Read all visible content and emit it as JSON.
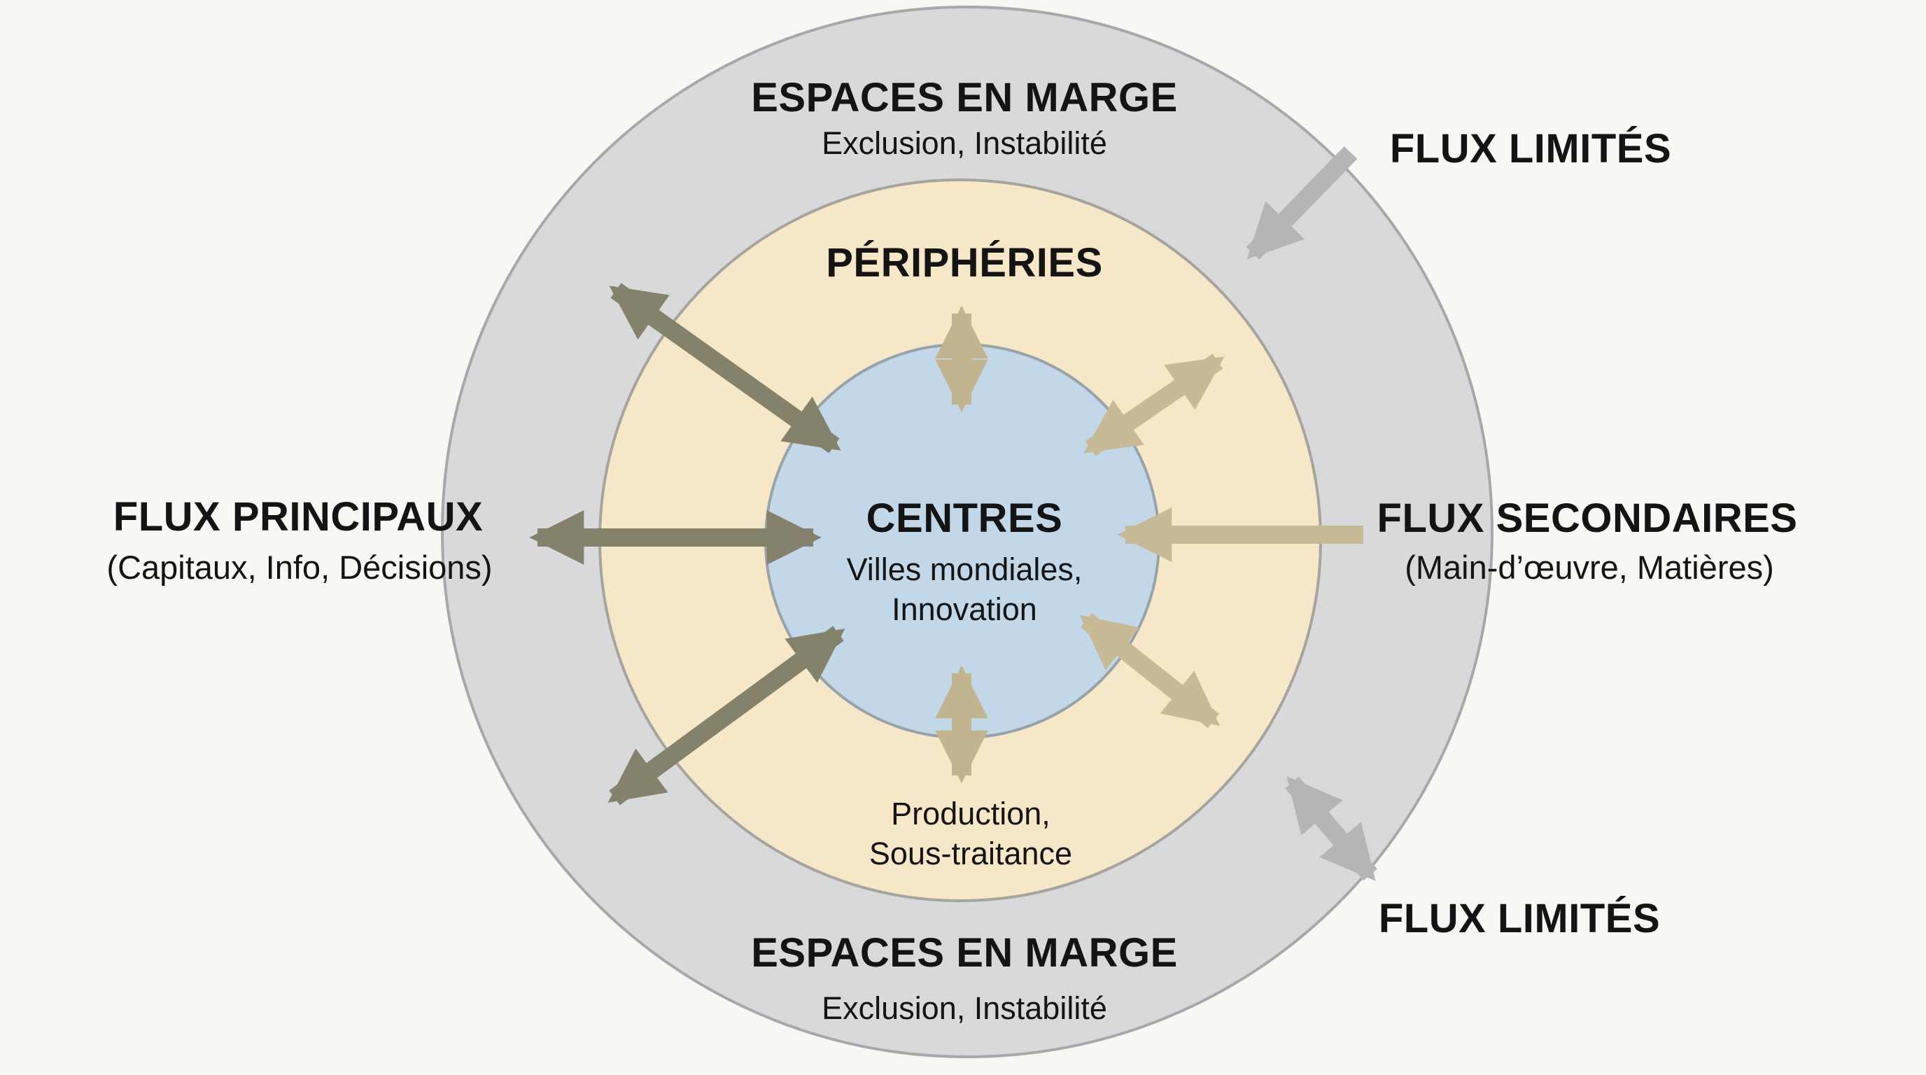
{
  "diagram": {
    "outer": {
      "title_top": "ESPACES EN MARGE",
      "subtitle_top": "Exclusion, Instabilité",
      "title_bottom": "ESPACES EN MARGE",
      "subtitle_bottom": "Exclusion, Instabilité",
      "color": "#d8d9da"
    },
    "middle": {
      "title": "PÉRIPHÉRIES",
      "subtitle_line1": "Production,",
      "subtitle_line2": "Sous-traitance",
      "color": "#f6e8c7"
    },
    "inner": {
      "title": "CENTRES",
      "subtitle_line1": "Villes mondiales,",
      "subtitle_line2": "Innovation",
      "color": "#c2d8e8"
    },
    "flows": {
      "principaux": {
        "label": "FLUX PRINCIPAUX",
        "sublabel": "(Capitaux, Info, Décisions)",
        "color": "#85826c"
      },
      "secondaires": {
        "label": "FLUX SECONDAIRES",
        "sublabel": "(Main-d’œuvre, Matières)",
        "color": "#c8ba96"
      },
      "limites_top": {
        "label": "FLUX LIMITÉS",
        "color": "#b4b5b7"
      },
      "limites_bottom": {
        "label": "FLUX LIMITÉS",
        "color": "#b4b5b7"
      }
    }
  }
}
